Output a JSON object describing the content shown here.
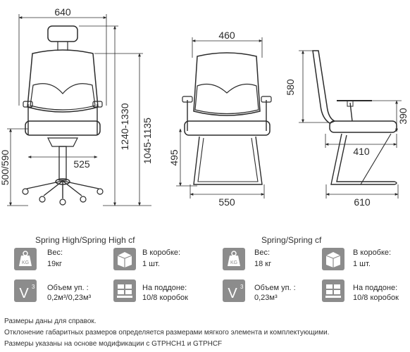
{
  "dimensions": {
    "front_width": "640",
    "arm_width": "525",
    "seat_height_left": "500/590",
    "total_height": "1240-1330",
    "backrest_height": "1045-1135",
    "visitor_width": "460",
    "visitor_seat_height": "495",
    "visitor_base_width": "550",
    "side_back_height": "580",
    "side_arm_height": "390",
    "side_seat_depth": "410",
    "side_base_depth": "610"
  },
  "groups": [
    {
      "title": "Spring High/Spring High  cf",
      "weight_label": "Вес:",
      "weight_value": "19кг",
      "box_label": "В коробке:",
      "box_value": "1 шт.",
      "volume_label": "Объем уп. :",
      "volume_value": "0,2м³/0,23м³",
      "pallet_label": "На поддоне:",
      "pallet_value": "10/8 коробок"
    },
    {
      "title": "Spring/Spring cf",
      "weight_label": "Вес:",
      "weight_value": "18 кг",
      "box_label": "В коробке:",
      "box_value": "1 шт.",
      "volume_label": "Объем уп. :",
      "volume_value": "0,23м³",
      "pallet_label": "На поддоне:",
      "pallet_value": "10/8 коробок"
    }
  ],
  "icons": {
    "weight": "kg-weight-icon",
    "box": "box-icon",
    "volume": "volume-icon",
    "pallet": "pallet-icon",
    "weight_text": "KG",
    "volume_text": "V"
  },
  "notes": [
    "Размеры даны для справок.",
    "Отклонение габаритных размеров определяется размерами мягкого элемента и комплектующими.",
    "Размеры указаны на основе модификации с GTPHCH1 и GTPHCF"
  ],
  "colors": {
    "icon_bg": "#8c8c8c",
    "line": "#2b2b2b"
  }
}
